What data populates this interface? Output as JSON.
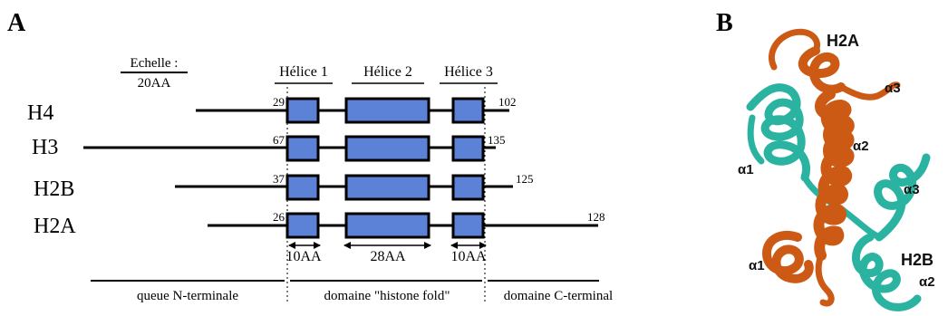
{
  "panel_a": {
    "label": "A",
    "scale": {
      "title": "Echelle :",
      "value": "20AA"
    },
    "helix_labels": [
      "Hélice 1",
      "Hélice 2",
      "Hélice 3"
    ],
    "histones": [
      {
        "name": "H4",
        "start": "29",
        "end": "102"
      },
      {
        "name": "H3",
        "start": "67",
        "end": "135"
      },
      {
        "name": "H2B",
        "start": "37",
        "end": "125"
      },
      {
        "name": "H2A",
        "start": "26",
        "end": "128"
      }
    ],
    "lengths": [
      "10AA",
      "28AA",
      "10AA"
    ],
    "domains": [
      "queue N-terminale",
      "domaine \"histone fold\"",
      "domaine C-terminal"
    ],
    "colors": {
      "helix_fill": "#5b82d6",
      "line": "#000000"
    }
  },
  "panel_b": {
    "label": "B",
    "labels": {
      "h2a": "H2A",
      "h2b": "H2B",
      "a3_top": "α3",
      "a2_mid": "α2",
      "a1_left": "α1",
      "a3_right": "α3",
      "a1_bottom": "α1",
      "a2_bottom": "α2"
    },
    "colors": {
      "h2a_ribbon": "#cc5a14",
      "h2b_ribbon": "#2ab3a0"
    }
  }
}
